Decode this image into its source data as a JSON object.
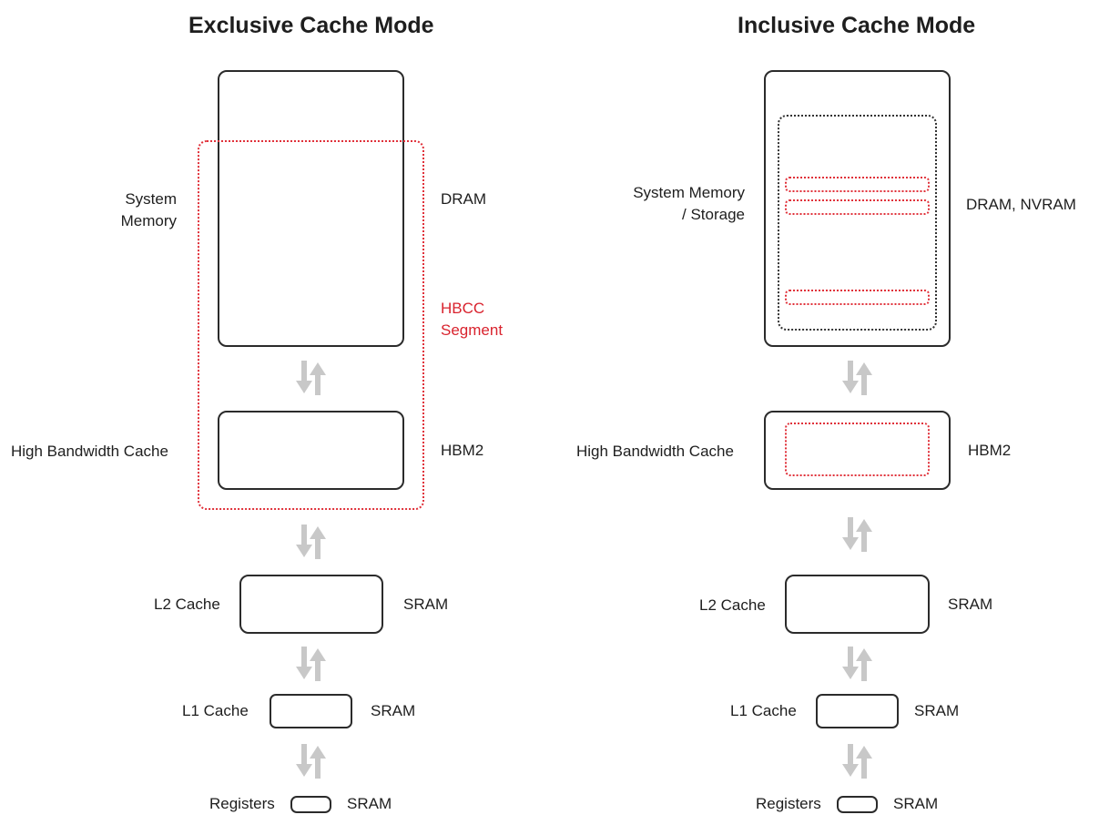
{
  "exclusive": {
    "title": "Exclusive Cache Mode",
    "system_memory_label": "System\nMemory",
    "dram_label": "DRAM",
    "segment_label": "HBCC\nSegment",
    "hbc_label": "High Bandwidth Cache",
    "hbm2_label": "HBM2",
    "l2_label": "L2 Cache",
    "l2_type": "SRAM",
    "l1_label": "L1 Cache",
    "l1_type": "SRAM",
    "registers_label": "Registers",
    "registers_type": "SRAM"
  },
  "inclusive": {
    "title": "Inclusive Cache Mode",
    "system_memory_label": "System Memory\n/ Storage",
    "dram_label": "DRAM, NVRAM",
    "hbc_label": "High Bandwidth Cache",
    "hbm2_label": "HBM2",
    "l2_label": "L2 Cache",
    "l2_type": "SRAM",
    "l1_label": "L1 Cache",
    "l1_type": "SRAM",
    "registers_label": "Registers",
    "registers_type": "SRAM"
  },
  "colors": {
    "accent_red": "#d9232e",
    "box_stroke": "#2b2b2b",
    "arrow_gray": "#c8c8c8"
  },
  "icons": [
    "bidirectional-arrow-icon"
  ]
}
